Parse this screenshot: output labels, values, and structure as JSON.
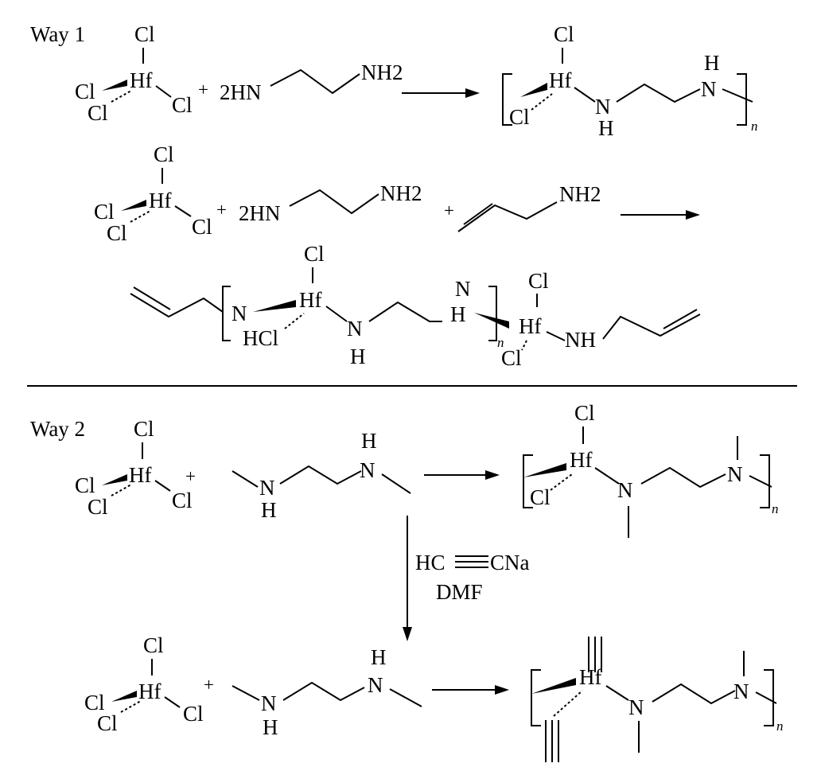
{
  "way1": {
    "label": "Way 1",
    "reaction1": {
      "hf_cl_top": "Cl",
      "hf": "Hf",
      "hf_cl_wedge": "Cl",
      "hf_cl_dash": "Cl",
      "hf_cl_right": "Cl",
      "plus": "+",
      "diamine_left": "2HN",
      "diamine_right": "NH2",
      "prod_cl_top": "Cl",
      "prod_hf": "Hf",
      "prod_cl_dash": "Cl",
      "prod_n_left": "N",
      "prod_h_left": "H",
      "prod_n_right": "N",
      "prod_h_right": "H",
      "repeat": "n"
    },
    "reaction2": {
      "hf_cl_top": "Cl",
      "hf": "Hf",
      "hf_cl_wedge": "Cl",
      "hf_cl_dash": "Cl",
      "hf_cl_right": "Cl",
      "plus": "+",
      "diamine_left": "2HN",
      "diamine_right": "NH2",
      "plus2": "+",
      "allylamine": "NH2",
      "prod_cl_top": "Cl",
      "prod_n1": "N",
      "prod_hf1": "Hf",
      "prod_hcl": "HCl",
      "prod_n_mid": "N",
      "prod_h_mid": "H",
      "prod_n_top": "N",
      "prod_h_bracket": "H",
      "repeat": "n",
      "prod_cl_top2": "Cl",
      "prod_hf2": "Hf",
      "prod_cl_dash2": "Cl",
      "prod_nh": "NH"
    }
  },
  "way2": {
    "label": "Way 2",
    "reaction1": {
      "hf_cl_top": "Cl",
      "hf": "Hf",
      "hf_cl_wedge": "Cl",
      "hf_cl_dash": "Cl",
      "hf_cl_right": "Cl",
      "plus": "+",
      "amine_n_left": "N",
      "amine_h_left": "H",
      "amine_h_right": "H",
      "amine_n_right": "N",
      "prod_cl_top": "Cl",
      "prod_hf": "Hf",
      "prod_cl_dash": "Cl",
      "prod_n_left": "N",
      "prod_n_right": "N",
      "repeat": "n"
    },
    "conditions": {
      "reagent_left": "HC",
      "reagent_right": "CNa",
      "solvent": "DMF"
    },
    "reaction2": {
      "hf_cl_top": "Cl",
      "hf": "Hf",
      "hf_cl_wedge": "Cl",
      "hf_cl_dash": "Cl",
      "hf_cl_right": "Cl",
      "plus": "+",
      "amine_n_left": "N",
      "amine_h_left": "H",
      "amine_h_right": "H",
      "amine_n_right": "N",
      "prod_hf": "Hf",
      "prod_n_left": "N",
      "prod_n_right": "N",
      "repeat": "n"
    }
  }
}
